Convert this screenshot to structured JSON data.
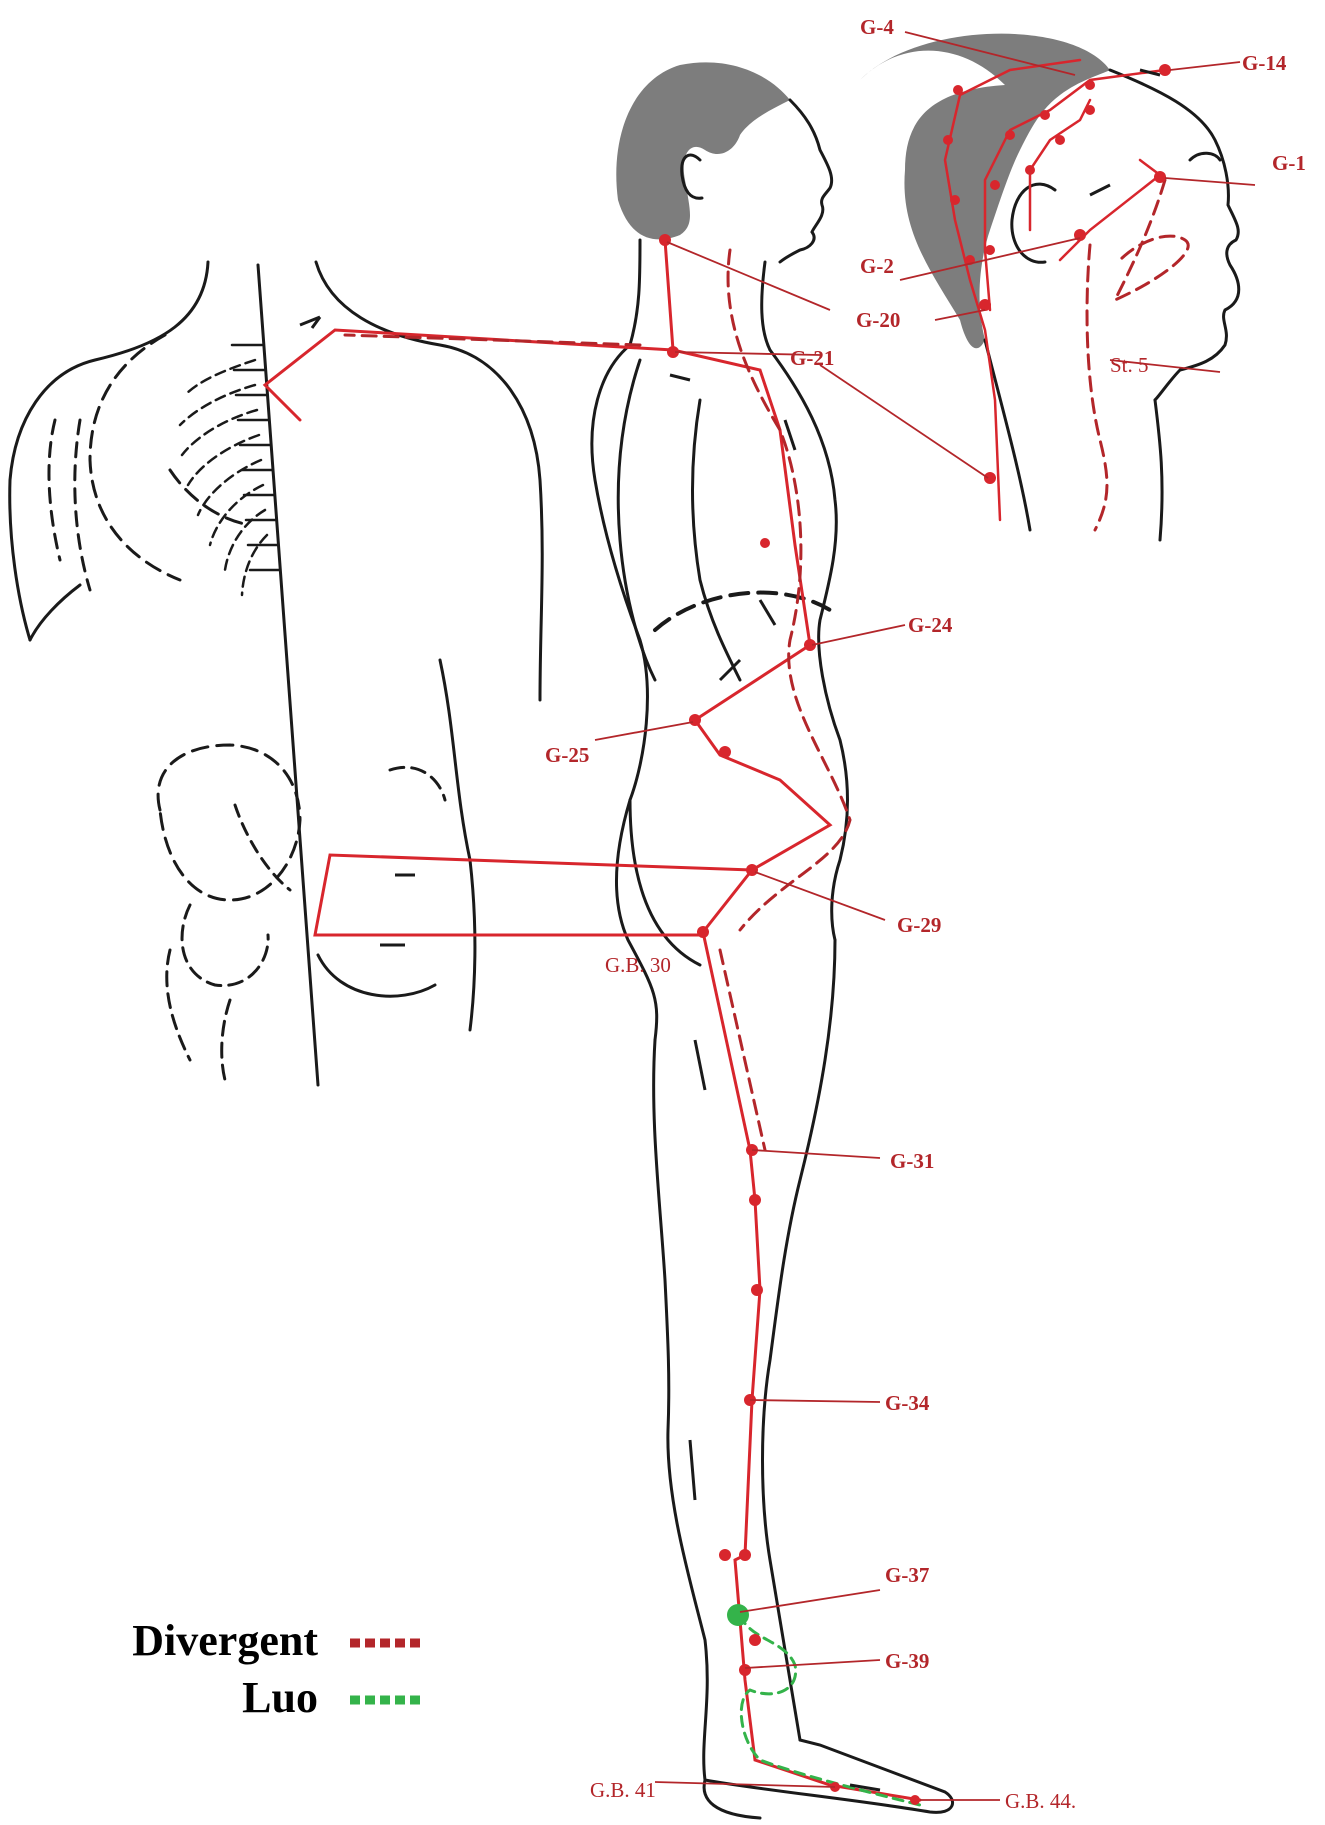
{
  "colors": {
    "channel": "#d8262d",
    "divergent": "#b3262a",
    "luo": "#34b34a",
    "label": "#b3262a",
    "outline": "#1a1a1a",
    "hair": "#7d7d7d"
  },
  "labels": {
    "g4": "G-4",
    "g14": "G-14",
    "g1": "G-1",
    "g2": "G-2",
    "g20": "G-20",
    "g21": "G-21",
    "st5": "St. 5",
    "g24": "G-24",
    "g25": "G-25",
    "g29": "G-29",
    "gb30": "G.B. 30",
    "g31": "G-31",
    "g34": "G-34",
    "g37": "G-37",
    "g39": "G-39",
    "gb41": "G.B. 41",
    "gb44": "G.B. 44."
  },
  "legend": {
    "divergent": "Divergent",
    "luo": "Luo"
  }
}
